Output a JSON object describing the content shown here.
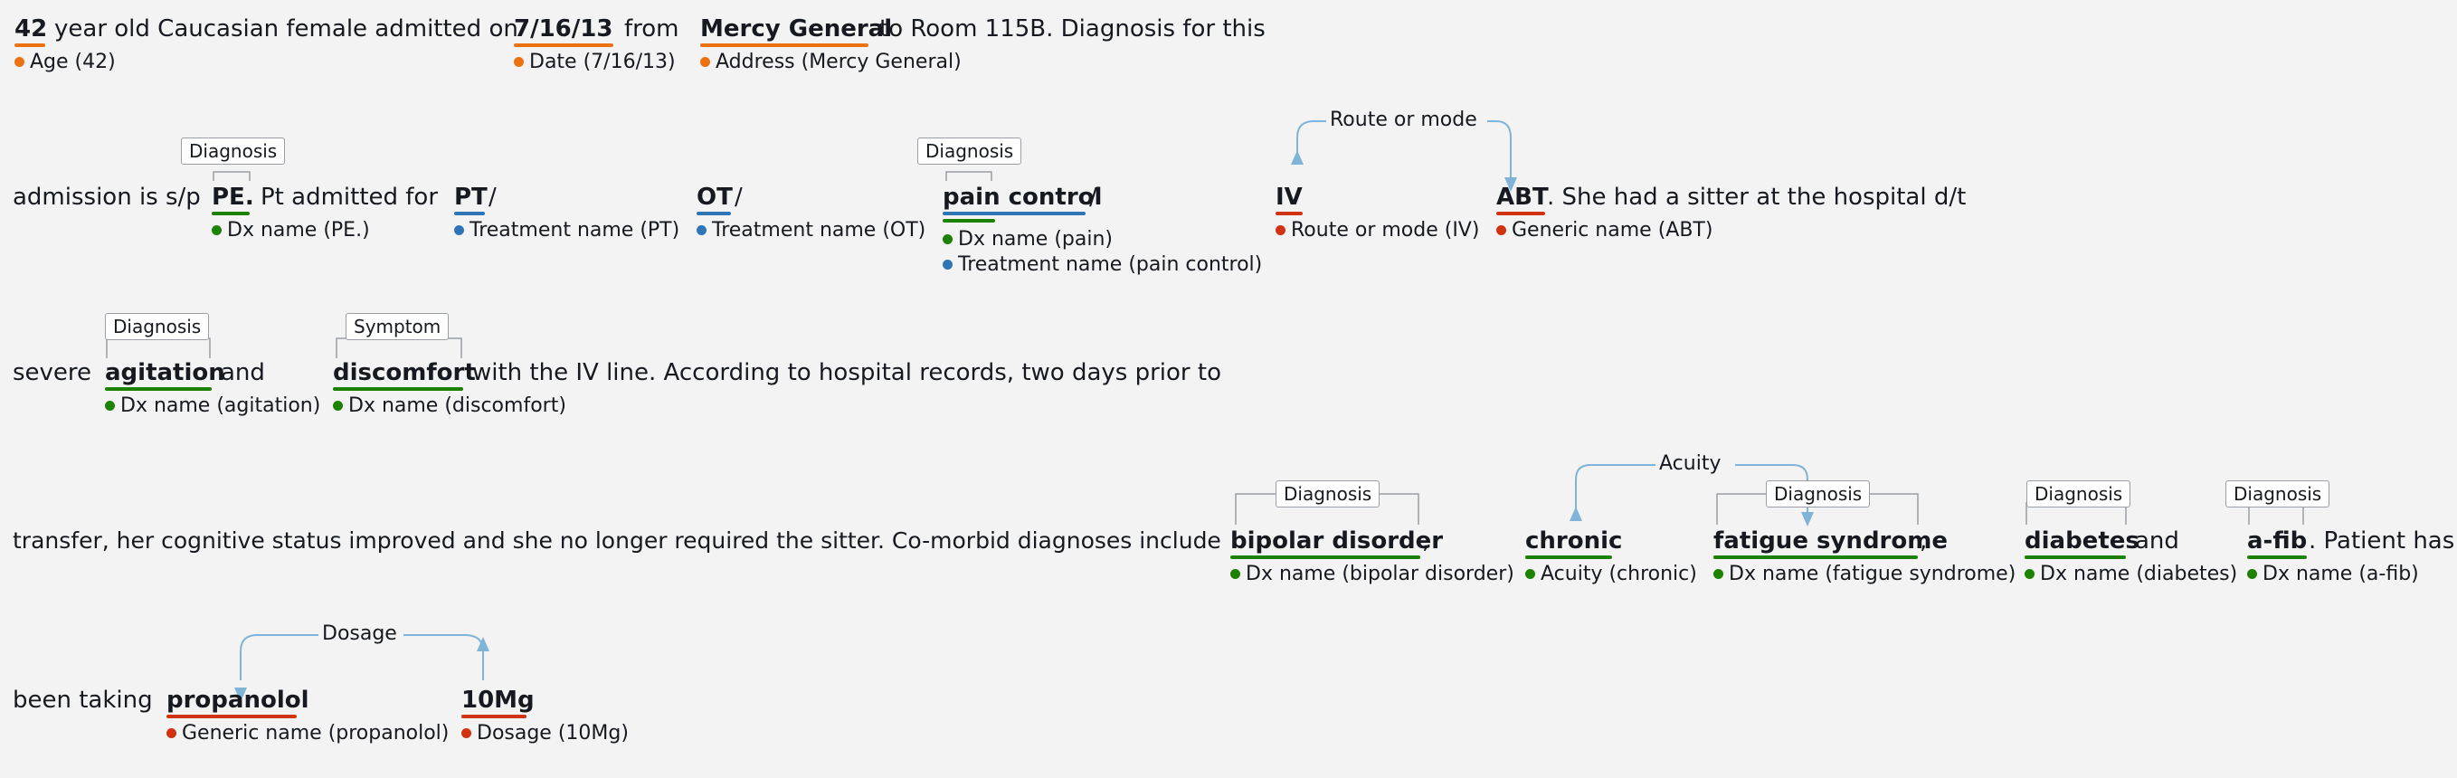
{
  "colors": {
    "orange": "#ec7211",
    "green": "#1d8102",
    "blue": "#2f75b5",
    "red": "#d13212",
    "arrow": "#7fb3d8"
  },
  "lines": {
    "l1": {
      "e_age": "42",
      "t1": "year old Caucasian female admitted on",
      "e_date": "7/16/13",
      "t2": "from",
      "e_addr": "Mercy General",
      "t3": "to Room 115B. Diagnosis for this",
      "lab_age": "Age (42)",
      "lab_date": "Date (7/16/13)",
      "lab_addr": "Address (Mercy General)"
    },
    "l2": {
      "t1": "admission is s/p",
      "e_pe": "PE.",
      "t2": "Pt admitted for",
      "e_pt": "PT",
      "s1": "/",
      "e_ot": "OT",
      "s2": "/",
      "e_pain": "pain control",
      "s3": "/",
      "e_iv": "IV",
      "e_abt": "ABT",
      "t3": ". She had a sitter at the hospital d/t",
      "lab_pe": "Dx name (PE.)",
      "lab_pt": "Treatment name (PT)",
      "lab_ot": "Treatment name (OT)",
      "lab_pain1": "Dx name (pain)",
      "lab_pain2": "Treatment name (pain control)",
      "lab_iv": "Route or mode (IV)",
      "lab_abt": "Generic name (ABT)",
      "tag_pe": "Diagnosis",
      "tag_pain": "Diagnosis",
      "rel_route": "Route or mode"
    },
    "l3": {
      "t1": "severe",
      "e_agit": "agitation",
      "t2": "and",
      "e_disc": "discomfort",
      "t3": "with the IV line. According to hospital records, two days prior to",
      "lab_agit": "Dx name (agitation)",
      "lab_disc": "Dx name (discomfort)",
      "tag_agit": "Diagnosis",
      "tag_disc": "Symptom"
    },
    "l4": {
      "t1": "transfer, her cognitive status improved and she no longer required the sitter.  Co-morbid diagnoses include",
      "e_bip": "bipolar disorder",
      "c1": ",",
      "e_chr": "chronic",
      "e_fat": "fatigue syndrome",
      "c2": ",",
      "e_dia": "diabetes",
      "t2": "and",
      "e_afib": "a-fib",
      "t3": ". Patient has",
      "lab_bip": "Dx name (bipolar disorder)",
      "lab_chr": "Acuity (chronic)",
      "lab_fat": "Dx name (fatigue syndrome)",
      "lab_dia": "Dx name (diabetes)",
      "lab_afib": "Dx name (a-fib)",
      "tag_bip": "Diagnosis",
      "tag_fat": "Diagnosis",
      "tag_dia": "Diagnosis",
      "tag_afib": "Diagnosis",
      "rel_acuity": "Acuity"
    },
    "l5": {
      "t1": "been taking",
      "e_prop": "propanolol",
      "e_mg": "10Mg",
      "lab_prop": "Generic name (propanolol)",
      "lab_mg": "Dosage (10Mg)",
      "rel_dosage": "Dosage"
    }
  }
}
